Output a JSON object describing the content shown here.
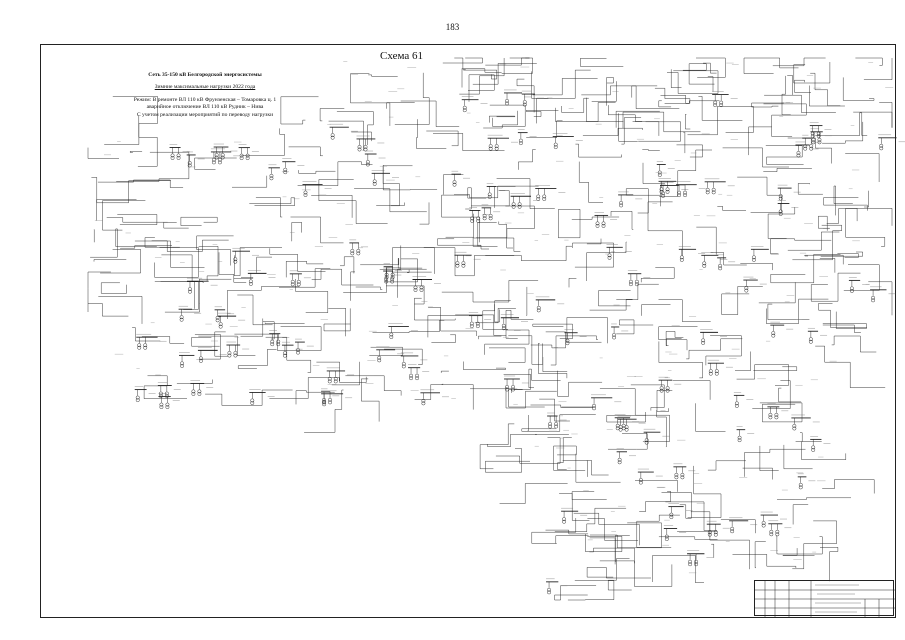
{
  "page": {
    "number": "183"
  },
  "diagram": {
    "title": "Схема 61"
  },
  "header": {
    "network": "Сеть 35-150 кВ Белгородской энергосистемы",
    "load_period": "Зимние максимальные нагрузки 2022 года",
    "mode_line1": "Режим: В ремонте ВЛ 110 кВ Фрунзенская – Томаровка ц. 1",
    "mode_line2": "аварийное отключение ВЛ 110 кВ Рудник – Нива",
    "mode_line3": "С учетом реализации мероприятий по переводу нагрузки"
  },
  "colors": {
    "ink": "#222222",
    "paper": "#ffffff"
  }
}
